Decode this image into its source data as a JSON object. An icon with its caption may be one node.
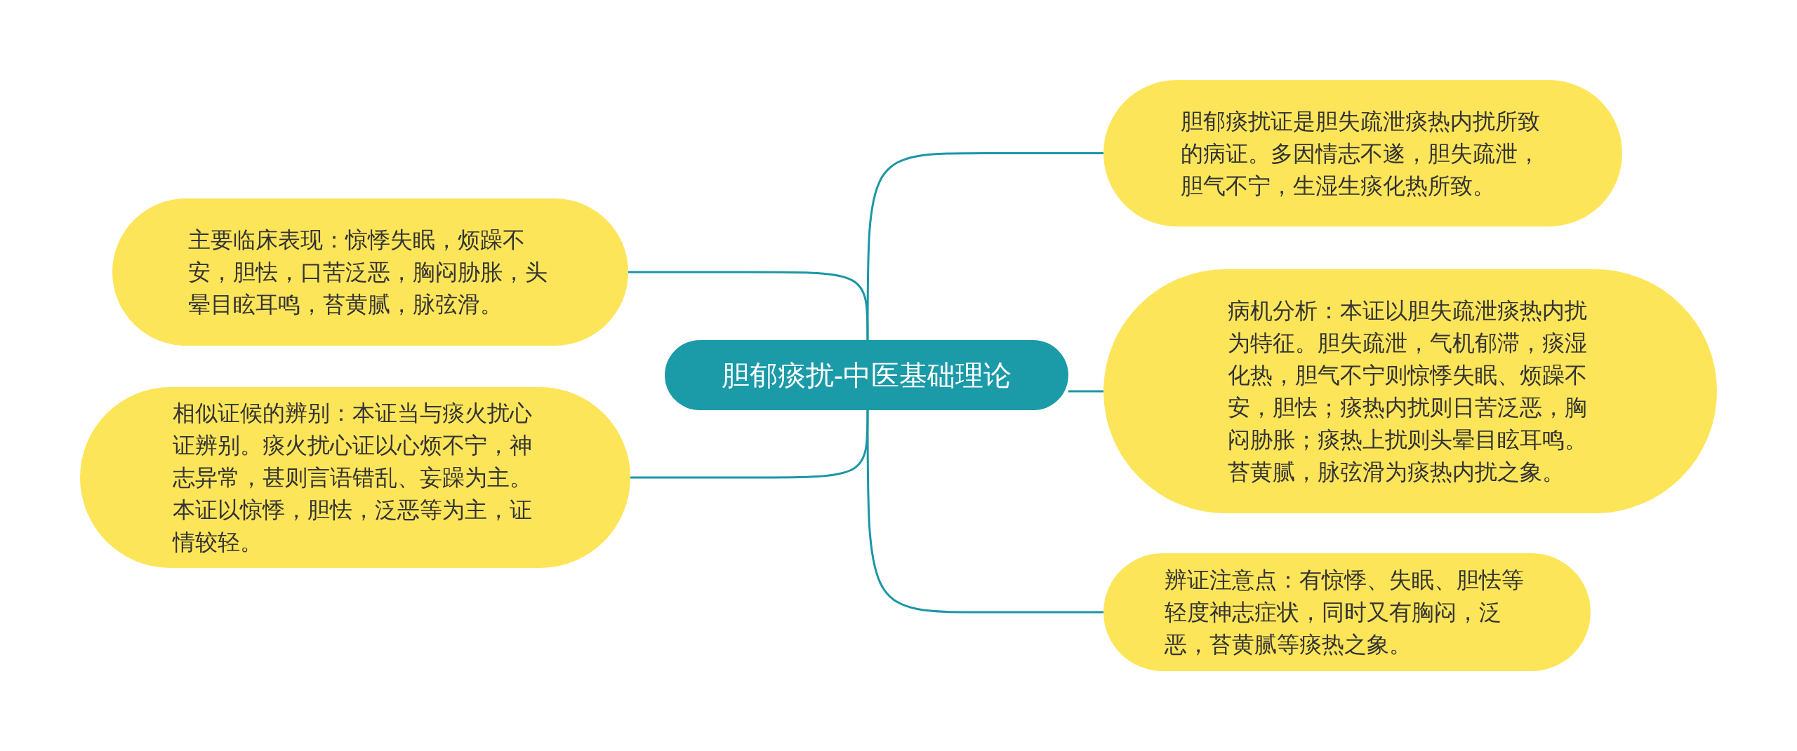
{
  "diagram": {
    "nodes": [
      {
        "text": [
          "胆郁痰扰-中医基础理论"
        ]
      },
      {
        "text": [
          "胆郁痰扰证是胆失疏泄痰热内扰所致的病证。多因情志不遂，胆失疏泄，胆气不宁，生湿生痰化热所致。"
        ]
      },
      {
        "text": [
          "病机分析：本证以胆失疏泄痰热内扰为特征。胆失疏泄，气机郁滞，痰湿化热，胆气不宁则惊悸失眠、烦躁不安，胆怯；痰热内扰则日苦泛恶，胸闷胁胀；痰热上扰则头晕目眩耳鸣。苔黄腻，脉弦滑为痰热内扰之象。"
        ]
      },
      {
        "text": [
          "辨证注意点：有惊悸、失眠、胆怯等轻度神志症状，同时又有胸闷，泛恶，苔黄腻等痰热之象。"
        ]
      },
      {
        "text": [
          "主要临床表现：惊悸失眠，烦躁不安，胆怯，口苦泛恶，胸闷胁胀，头晕目眩耳鸣，苔黄腻，脉弦滑。"
        ]
      },
      {
        "text": [
          "相似证候的辨别：本证当与痰火扰心证辨别。痰火扰心证以心烦不宁，神志异常，甚则言语错乱、妄躁为主。本证以惊悸，胆怯，泛恶等为主，证情较轻。"
        ]
      }
    ],
    "edges": [
      {
        "from": 0,
        "to": 1,
        "arrow": "none"
      },
      {
        "from": 0,
        "to": 2,
        "arrow": "none"
      },
      {
        "from": 0,
        "to": 3,
        "arrow": "none"
      },
      {
        "from": 0,
        "to": 4,
        "arrow": "none"
      },
      {
        "from": 0,
        "to": 5,
        "arrow": "none"
      }
    ]
  }
}
